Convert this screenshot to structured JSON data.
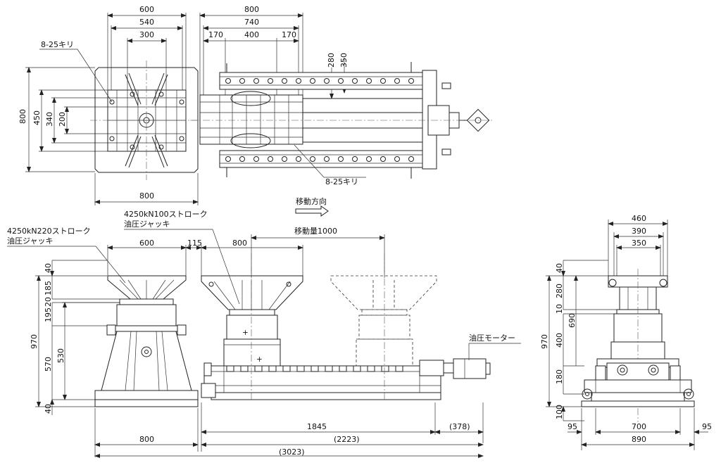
{
  "labels": {
    "top_holes_left": "8-25キリ",
    "top_holes_right": "8-25キリ",
    "direction": "移動方向",
    "jack_small_line1": "4250kN100ストローク",
    "jack_small_line2": "油圧ジャッキ",
    "jack_big_line1": "4250kN220ストローク",
    "jack_big_line2": "油圧ジャッキ",
    "travel": "移動量1000",
    "motor": "油圧モーター"
  },
  "dims": {
    "plan_left": {
      "w600": "600",
      "w540": "540",
      "w300": "300",
      "h800": "800",
      "h450": "450",
      "h340": "340",
      "h200": "200",
      "b800": "800"
    },
    "plan_right": {
      "w800": "800",
      "w740": "740",
      "w170a": "170",
      "w400": "400",
      "w170b": "170",
      "v280": "280",
      "v350": "350"
    },
    "front": {
      "w600": "600",
      "w115": "115",
      "w800": "800",
      "v40a": "40",
      "v185": "185",
      "v20": "20",
      "v195": "195",
      "v970": "970",
      "v530": "530",
      "v570": "570",
      "v40b": "40",
      "b1845": "1845",
      "b378": "(378)",
      "b800": "800",
      "b2223": "(2223)",
      "b3023": "(3023)"
    },
    "side": {
      "w460": "460",
      "w390": "390",
      "w350": "350",
      "v40": "40",
      "v280": "280",
      "v10": "10",
      "v690": "690",
      "v400": "400",
      "v970": "970",
      "v180": "180",
      "v100": "100",
      "b95a": "95",
      "b700": "700",
      "b95b": "95",
      "b890": "890"
    }
  }
}
